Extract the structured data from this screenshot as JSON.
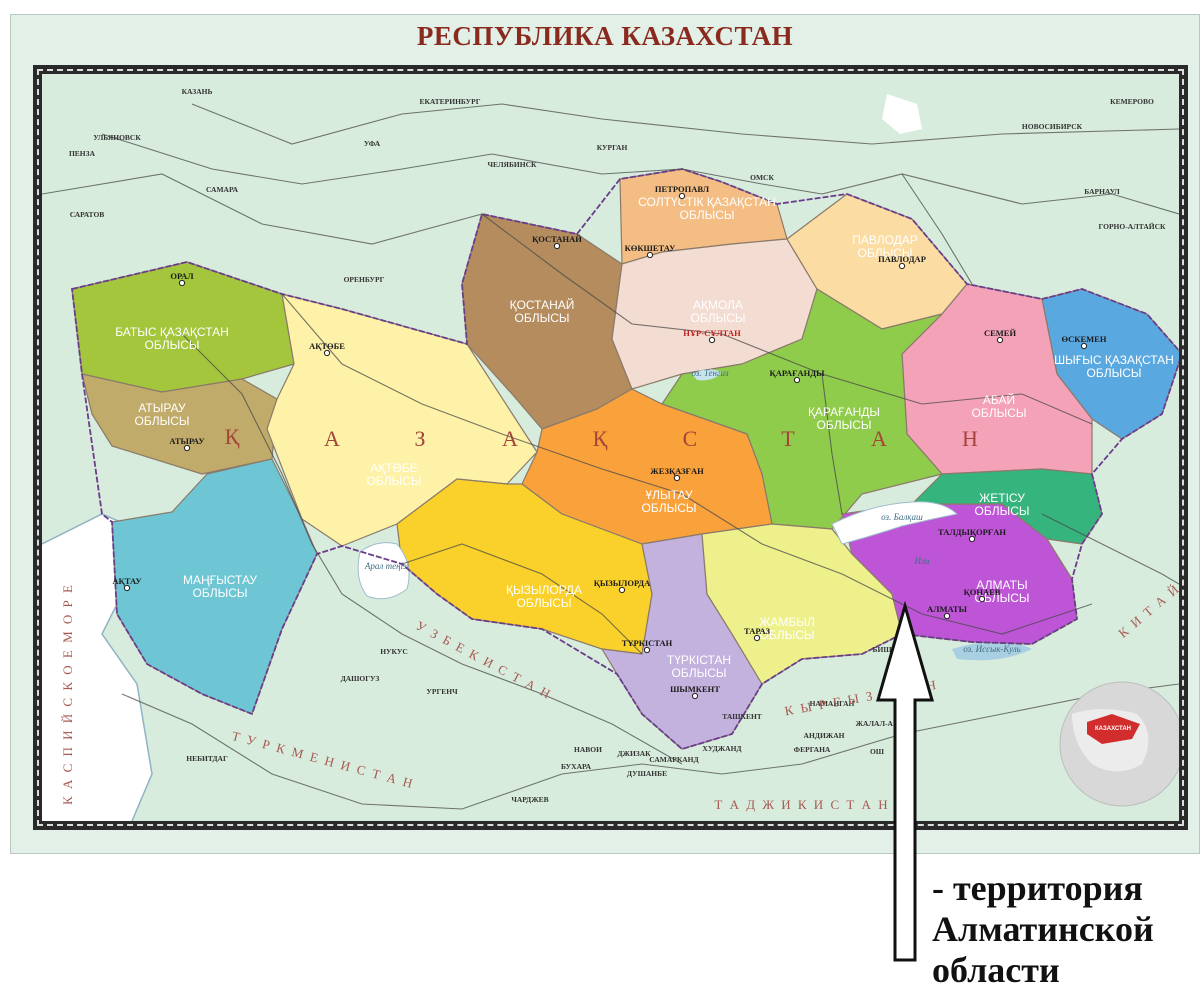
{
  "map": {
    "title": "РЕСПУБЛИКА КАЗАХСТАН",
    "colors": {
      "sea": "#b4d7e6",
      "land_outside": "#d8ecdd",
      "road": "#4a4a4a",
      "rail": "#6b6b6b",
      "border_state": "#6a3c8c",
      "city_text": "#1a1a1a",
      "region_text": "#ffffff",
      "country_letters": "#a4453a",
      "neighbor_letters": "#a65a52"
    },
    "regions": [
      {
        "id": "batys",
        "name": [
          "БАТЫС ҚАЗАҚСТАН",
          "ОБЛЫСЫ"
        ],
        "color": "#a4c63c"
      },
      {
        "id": "atyrau",
        "name": [
          "АТЫРАУ",
          "ОБЛЫСЫ"
        ],
        "color": "#c1ab6b"
      },
      {
        "id": "aktobe",
        "name": [
          "АҚТӨБЕ",
          "ОБЛЫСЫ"
        ],
        "color": "#fdf2a8"
      },
      {
        "id": "mangystau",
        "name": [
          "МАҢҒЫСТАУ",
          "ОБЛЫСЫ"
        ],
        "color": "#6ec6d4"
      },
      {
        "id": "kostanai",
        "name": [
          "ҚОСТАНАЙ",
          "ОБЛЫСЫ"
        ],
        "color": "#b48c5e"
      },
      {
        "id": "soltustik",
        "name": [
          "СОЛТҮСТІК ҚАЗАҚСТАН",
          "ОБЛЫСЫ"
        ],
        "color": "#f4bd83"
      },
      {
        "id": "akmola",
        "name": [
          "АҚМОЛА",
          "ОБЛЫСЫ"
        ],
        "color": "#f3dcd1"
      },
      {
        "id": "pavlodar",
        "name": [
          "ПАВЛОДАР",
          "ОБЛЫСЫ"
        ],
        "color": "#fbdca2"
      },
      {
        "id": "shygys",
        "name": [
          "ШЫҒЫС ҚАЗАҚСТАН",
          "ОБЛЫСЫ"
        ],
        "color": "#5aa8e0"
      },
      {
        "id": "abai",
        "name": [
          "АБАЙ",
          "ОБЛЫСЫ"
        ],
        "color": "#f3a2b8"
      },
      {
        "id": "karagandy",
        "name": [
          "ҚАРАҒАНДЫ",
          "ОБЛЫСЫ"
        ],
        "color": "#8fcc4b"
      },
      {
        "id": "ulytau",
        "name": [
          "ҰЛЫТАУ",
          "ОБЛЫСЫ"
        ],
        "color": "#f9a13b"
      },
      {
        "id": "kyzylorda",
        "name": [
          "ҚЫЗЫЛОРДА",
          "ОБЛЫСЫ"
        ],
        "color": "#fad12a"
      },
      {
        "id": "turkistan",
        "name": [
          "ТҮРКІСТАН",
          "ОБЛЫСЫ"
        ],
        "color": "#c3b1de"
      },
      {
        "id": "zhambyl",
        "name": [
          "ЖАМБЫЛ",
          "ОБЛЫСЫ"
        ],
        "color": "#eef08c"
      },
      {
        "id": "almaty",
        "name": [
          "АЛМАТЫ",
          "ОБЛЫСЫ"
        ],
        "color": "#bd55d6"
      },
      {
        "id": "zhetisu",
        "name": [
          "ЖЕТІСУ",
          "ОБЛЫСЫ"
        ],
        "color": "#35b47d"
      }
    ],
    "cities_kz": [
      "АҚТАУ",
      "АҚТӨБЕ",
      "АТЫРАУ",
      "ОРАЛ",
      "ҚОСТАНАЙ",
      "ПЕТРОПАВЛ",
      "КӨКШЕТАУ",
      "НҰР-СҰЛТАН",
      "ПАВЛОДАР",
      "СЕМЕЙ",
      "ӨСКЕМЕН",
      "ҚАРАҒАНДЫ",
      "ЖЕЗҚАЗҒАН",
      "ҚЫЗЫЛОРДА",
      "ТҮРКІСТАН",
      "ШЫМКЕНТ",
      "ТАРАЗ",
      "АЛМАТЫ",
      "ТАЛДЫҚОРҒАН",
      "ҚОНАЕВ"
    ],
    "cities_foreign": [
      "КАЗАНЬ",
      "ЕКАТЕРИНБУРГ",
      "УЛЬЯНОВСК",
      "ПЕНЗА",
      "САМАРА",
      "САРАТОВ",
      "ОРЕНБУРГ",
      "УФА",
      "ЧЕЛЯБИНСК",
      "КУРГАН",
      "ОМСК",
      "НОВОСИБИРСК",
      "КЕМЕРОВО",
      "БАРНАУЛ",
      "ГОРНО-АЛТАЙСК",
      "БИШКЕК",
      "ТАШКЕНТ",
      "НАМАНГАН",
      "АНДИЖАН",
      "ФЕРГАНА",
      "ОШ",
      "ЖАЛАЛ-АБАД",
      "ХУДЖАНД",
      "ДУШАНБЕ",
      "САМАРКАНД",
      "БУХАРА",
      "НАВОИ",
      "ДЖИЗАК",
      "НУКУС",
      "ДАШОГУЗ",
      "УРГЕНЧ",
      "НЕБИТДАГ",
      "ЧАРДЖЕВ"
    ],
    "water": [
      "Арал теңізі",
      "оз. Балқаш",
      "оз. Тенгиз",
      "оз. Иссык-Куль",
      "Или"
    ],
    "country_letters": [
      "Қ",
      "А",
      "З",
      "А",
      "Қ",
      "С",
      "Т",
      "А",
      "Н"
    ],
    "neighbors": [
      {
        "id": "uzbekistan",
        "text": "УЗБЕКИСТАН"
      },
      {
        "id": "turkmenistan",
        "text": "ТУРКМЕНИСТАН"
      },
      {
        "id": "kyrgyzstan",
        "text": "КЫРГЫЗСТАН"
      },
      {
        "id": "tajikistan",
        "text": "ТАДЖИКИСТАН"
      },
      {
        "id": "china",
        "text": "КИТАЙ"
      },
      {
        "id": "caspian",
        "text": "КАСПИЙСКОЕ МОРЕ"
      }
    ],
    "globe_label": "КАЗАХСТАН"
  },
  "caption": {
    "line1": "- территория",
    "line2": "Алматинской",
    "line3": "области"
  }
}
